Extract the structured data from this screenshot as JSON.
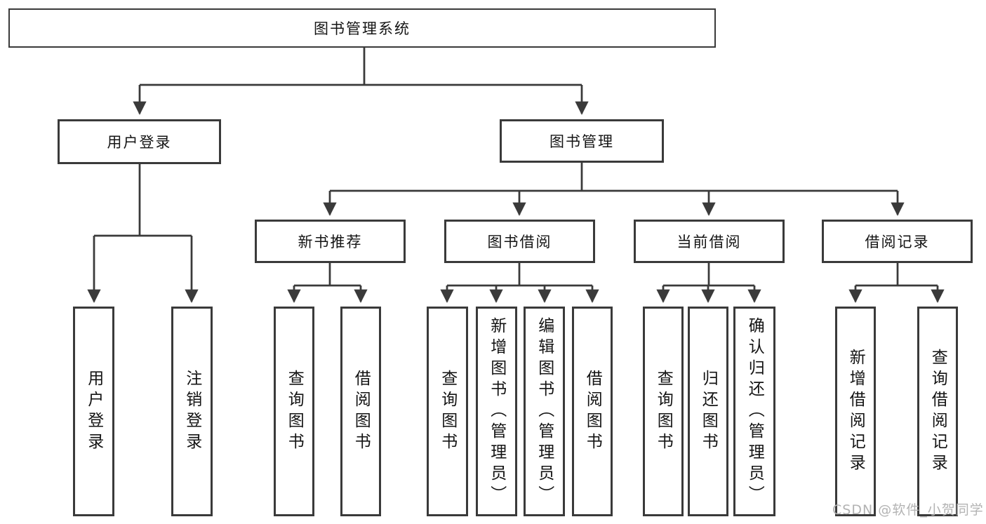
{
  "diagram": {
    "type": "hierarchy-tree",
    "line_color": "#3a3a3a",
    "box_border_color": "#3a3a3a",
    "background_color": "#ffffff",
    "tree": {
      "label": "图书管理系统",
      "children": [
        {
          "label": "用户登录",
          "children": [
            {
              "label": "用户登录"
            },
            {
              "label": "注销登录"
            }
          ]
        },
        {
          "label": "图书管理",
          "children": [
            {
              "label": "新书推荐",
              "children": [
                {
                  "label": "查询图书"
                },
                {
                  "label": "借阅图书"
                }
              ]
            },
            {
              "label": "图书借阅",
              "children": [
                {
                  "label": "查询图书"
                },
                {
                  "label": "新增图书（管理员）"
                },
                {
                  "label": "编辑图书（管理员）"
                },
                {
                  "label": "借阅图书"
                }
              ]
            },
            {
              "label": "当前借阅",
              "children": [
                {
                  "label": "查询图书"
                },
                {
                  "label": "归还图书"
                },
                {
                  "label": "确认归还（管理员）"
                }
              ]
            },
            {
              "label": "借阅记录",
              "children": [
                {
                  "label": "新增借阅记录"
                },
                {
                  "label": "查询借阅记录"
                }
              ]
            }
          ]
        }
      ]
    }
  },
  "watermark": "CSDN @软件_小贺同学"
}
